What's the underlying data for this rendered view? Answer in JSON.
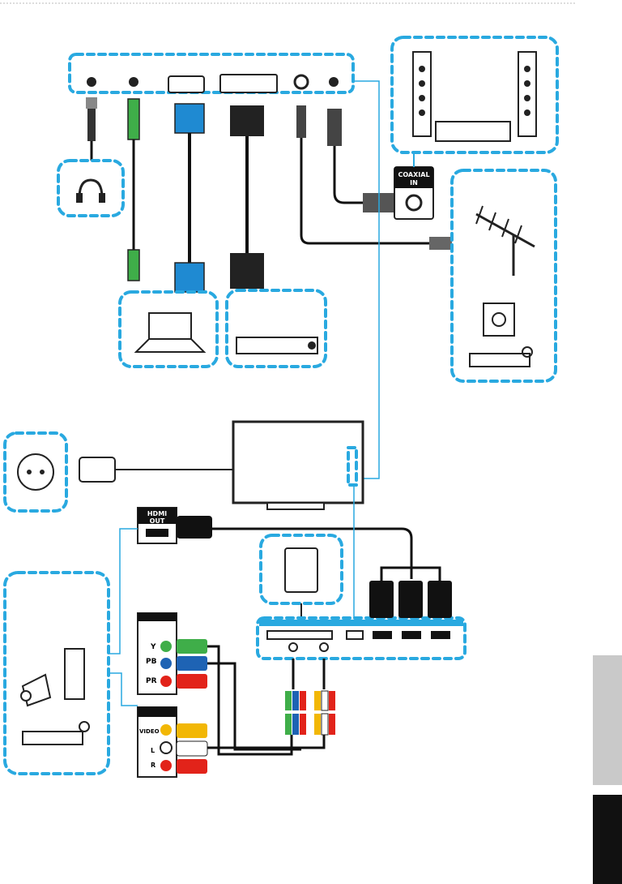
{
  "labels": {
    "coaxial_in": "COAXIAL IN",
    "coaxial_line1": "COAXIAL",
    "coaxial_line2": "IN",
    "hdmi_out_line1": "HDMI",
    "hdmi_out_line2": "OUT",
    "component_y": "Y",
    "component_pb": "PB",
    "component_pr": "PR",
    "composite_video": "VIDEO",
    "composite_l": "L",
    "composite_r": "R"
  },
  "colors": {
    "dash_blue": "#29a9e0",
    "panel_blue": "#29a9e0",
    "cable_green": "#3fae49",
    "cable_blue": "#1e63b4",
    "cable_red": "#e2231a",
    "cable_yellow": "#f2b705",
    "vga_blue": "#1f8ad2",
    "tab_grey": "#c9c9c9",
    "tab_black": "#111111"
  },
  "icons": [
    "headphones-icon",
    "laptop-icon",
    "dvd-player-icon",
    "home-theater-icon",
    "antenna-icon",
    "wall-socket-icon",
    "satellite-box-icon",
    "power-plug-icon",
    "tv-back-icon",
    "game-console-icon",
    "camcorder-icon",
    "cam-card-icon"
  ]
}
